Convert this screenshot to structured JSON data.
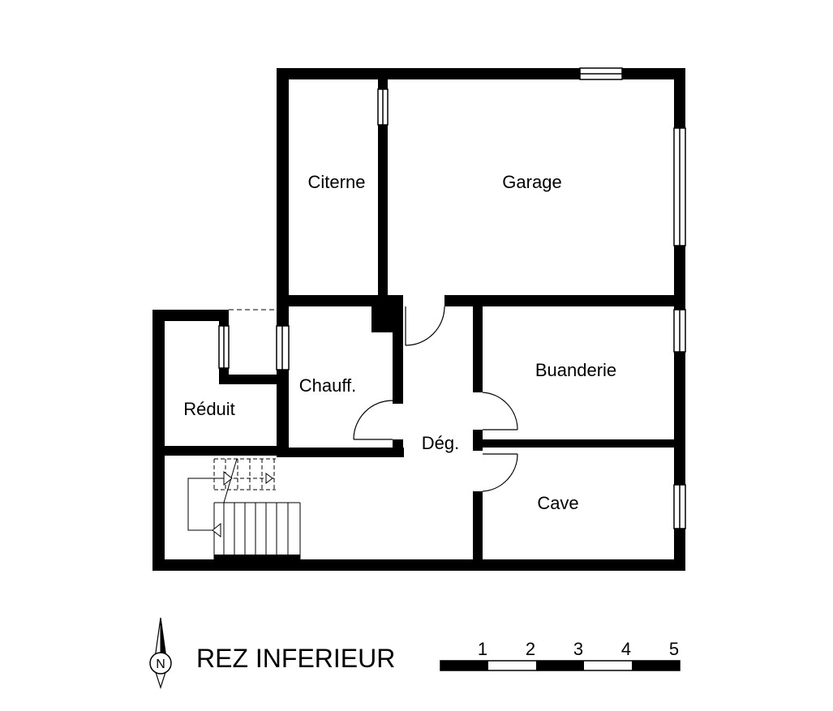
{
  "plan": {
    "title": "REZ INFERIEUR",
    "compass_letter": "N",
    "rooms": {
      "citerne": "Citerne",
      "garage": "Garage",
      "chauff": "Chauff.",
      "reduit": "Réduit",
      "buanderie": "Buanderie",
      "deg": "Dég.",
      "cave": "Cave"
    },
    "scale": [
      "1",
      "2",
      "3",
      "4",
      "5"
    ]
  }
}
